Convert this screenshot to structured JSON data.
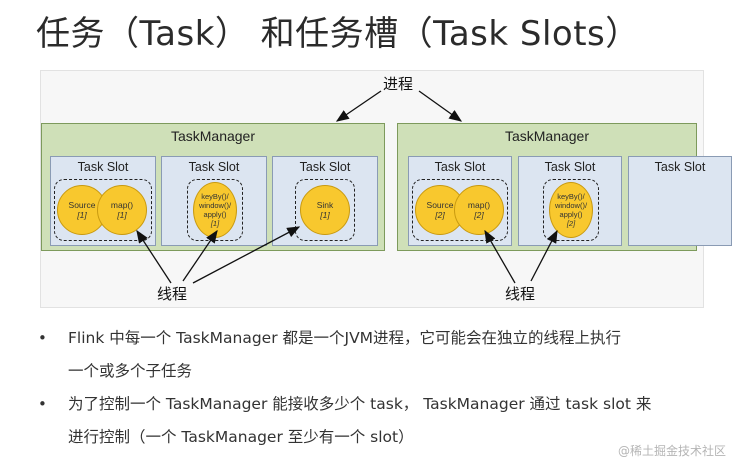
{
  "title": "任务（Task） 和任务槽（Task Slots）",
  "diagram": {
    "process_label": "进程",
    "thread_label": "线程",
    "task_managers": [
      {
        "title": "TaskManager",
        "slots": [
          {
            "title": "Task Slot",
            "tasks": [
              {
                "name": "Source",
                "index": "[1]"
              },
              {
                "name": "map()",
                "index": "[1]"
              }
            ]
          },
          {
            "title": "Task Slot",
            "tasks": [
              {
                "name_lines": [
                  "keyBy()/",
                  "window()/",
                  "apply()"
                ],
                "index": "[1]"
              }
            ]
          },
          {
            "title": "Task Slot",
            "tasks": [
              {
                "name": "Sink",
                "index": "[1]"
              }
            ]
          }
        ]
      },
      {
        "title": "TaskManager",
        "slots": [
          {
            "title": "Task Slot",
            "tasks": [
              {
                "name": "Source",
                "index": "[2]"
              },
              {
                "name": "map()",
                "index": "[2]"
              }
            ]
          },
          {
            "title": "Task Slot",
            "tasks": [
              {
                "name_lines": [
                  "keyBy()/",
                  "window()/",
                  "apply()"
                ],
                "index": "[2]"
              }
            ]
          },
          {
            "title": "Task Slot",
            "tasks": []
          }
        ]
      }
    ]
  },
  "bullets": [
    {
      "lines": [
        "Flink 中每一个 TaskManager 都是一个JVM进程，它可能会在独立的线程上执行",
        "一个或多个子任务"
      ]
    },
    {
      "lines": [
        "为了控制一个 TaskManager 能接收多少个 task， TaskManager 通过 task slot 来",
        "进行控制（一个 TaskManager 至少有一个 slot）"
      ]
    }
  ],
  "bullet_symbol": "•",
  "watermark": "@稀土掘金技术社区",
  "colors": {
    "task_manager_bg": "#cfe0b8",
    "slot_bg": "#dce5f1",
    "task_fill": "#f8c82e"
  }
}
